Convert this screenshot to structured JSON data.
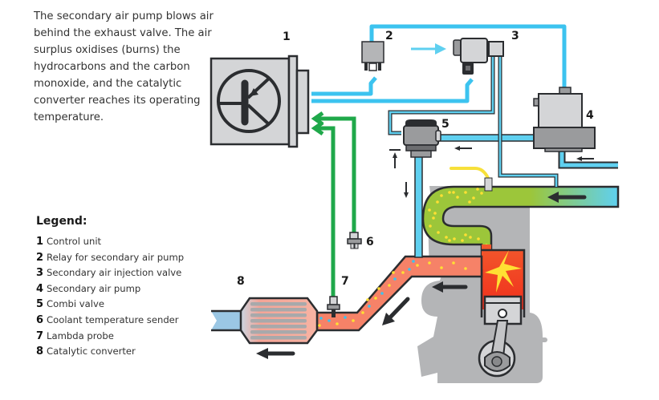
{
  "description": "The secondary air pump blows air behind the exhaust valve. The air surplus oxidises (burns) the hydrocarbons and the carbon monoxide, and the catalytic converter reaches its operating temperature.",
  "legend": {
    "title": "Legend:",
    "items": [
      {
        "number": "1",
        "label": "Control unit"
      },
      {
        "number": "2",
        "label": "Relay for secondary air pump"
      },
      {
        "number": "3",
        "label": "Secondary air injection valve"
      },
      {
        "number": "4",
        "label": "Secondary air pump"
      },
      {
        "number": "5",
        "label": "Combi valve"
      },
      {
        "number": "6",
        "label": "Coolant temperature sender"
      },
      {
        "number": "7",
        "label": "Lambda probe"
      },
      {
        "number": "8",
        "label": "Catalytic converter"
      }
    ]
  },
  "callouts": {
    "control_unit": "1",
    "relay": "2",
    "injection_valve": "3",
    "air_pump": "4",
    "combi_valve": "5",
    "coolant_sender": "6",
    "lambda_probe": "7",
    "catalytic_converter": "8"
  },
  "colors": {
    "air_line": "#3cc3ef",
    "signal_line": "#1fa84a",
    "exhaust": "#f26b4f",
    "combustion": "#f03a1e",
    "fresh_mixture": "#9cc63a",
    "component_gray": "#d4d5d7",
    "engine_gray": "#b4b5b7",
    "outline": "#2b2d30",
    "spark": "#ffe033"
  }
}
